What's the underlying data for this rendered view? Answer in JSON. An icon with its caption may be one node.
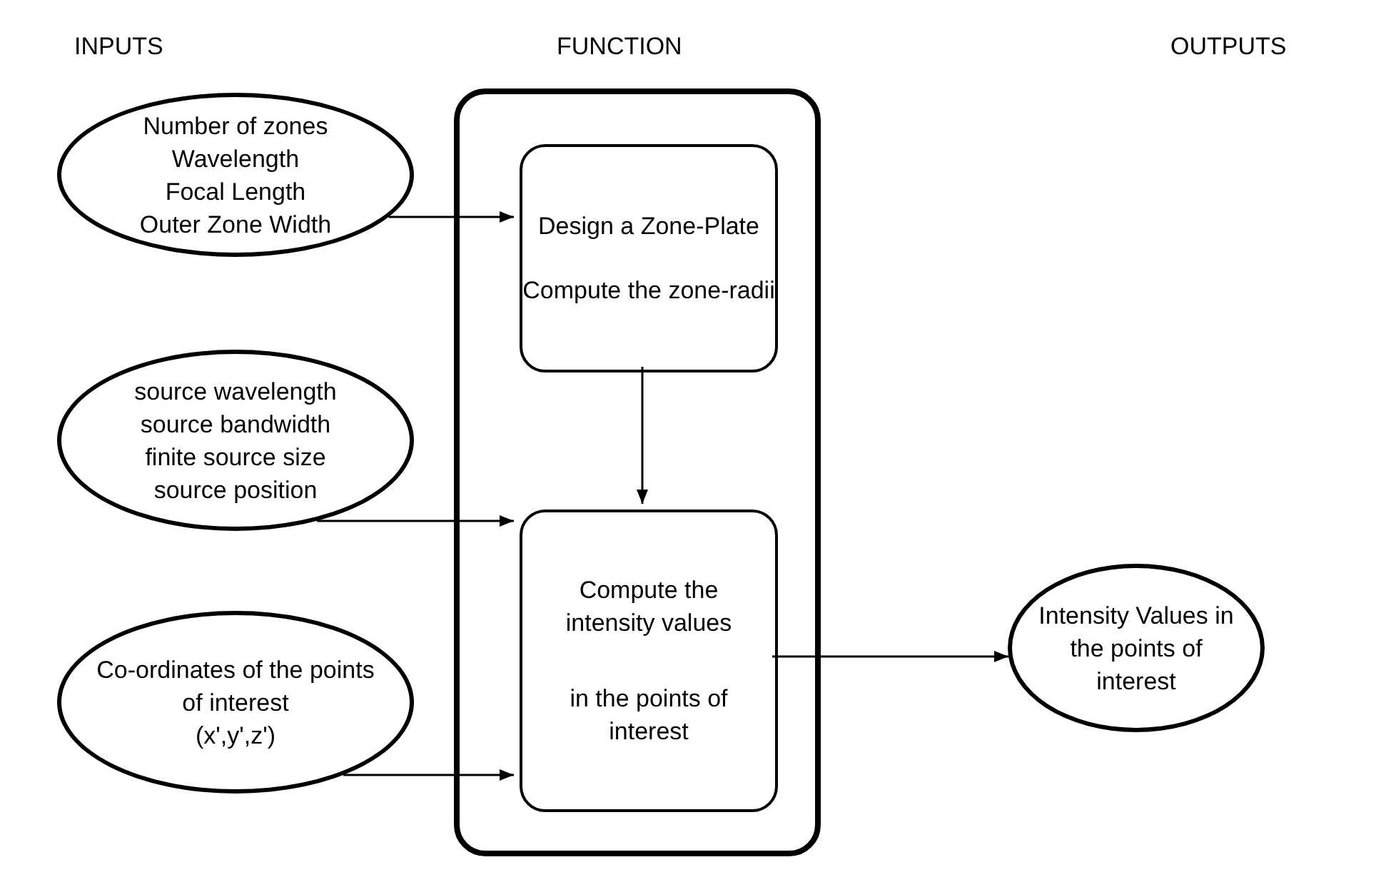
{
  "diagram": {
    "nodes": [
      {
        "text": [],
        "shape": "box"
      },
      {
        "text": [
          "Design a Zone-Plate",
          "Compute the zone-radii"
        ],
        "in": 0
      },
      {
        "text": [
          "Compute the intensity values",
          "in the points of interest"
        ],
        "in": 0
      },
      {
        "text": [
          "Number of zones",
          "Wavelength",
          "Focal Length",
          "Outer Zone Width"
        ]
      },
      {
        "text": [
          "source wavelength",
          "source bandwidth",
          "finite source size",
          "source position"
        ]
      },
      {
        "text": [
          "Co-ordinates of the points of interest",
          "(x',y',z')"
        ]
      },
      {
        "text": [
          "Intensity Values in the points of interest"
        ]
      }
    ],
    "edges": [
      {
        "from": 3,
        "to": 1,
        "arrow": "to"
      },
      {
        "from": 1,
        "to": 2,
        "arrow": "to"
      },
      {
        "from": 4,
        "to": 2,
        "arrow": "to"
      },
      {
        "from": 5,
        "to": 2,
        "arrow": "to"
      },
      {
        "from": 2,
        "to": 6,
        "arrow": "to"
      }
    ],
    "labels": [
      "INPUTS",
      "FUNCTION",
      "OUTPUTS"
    ]
  }
}
